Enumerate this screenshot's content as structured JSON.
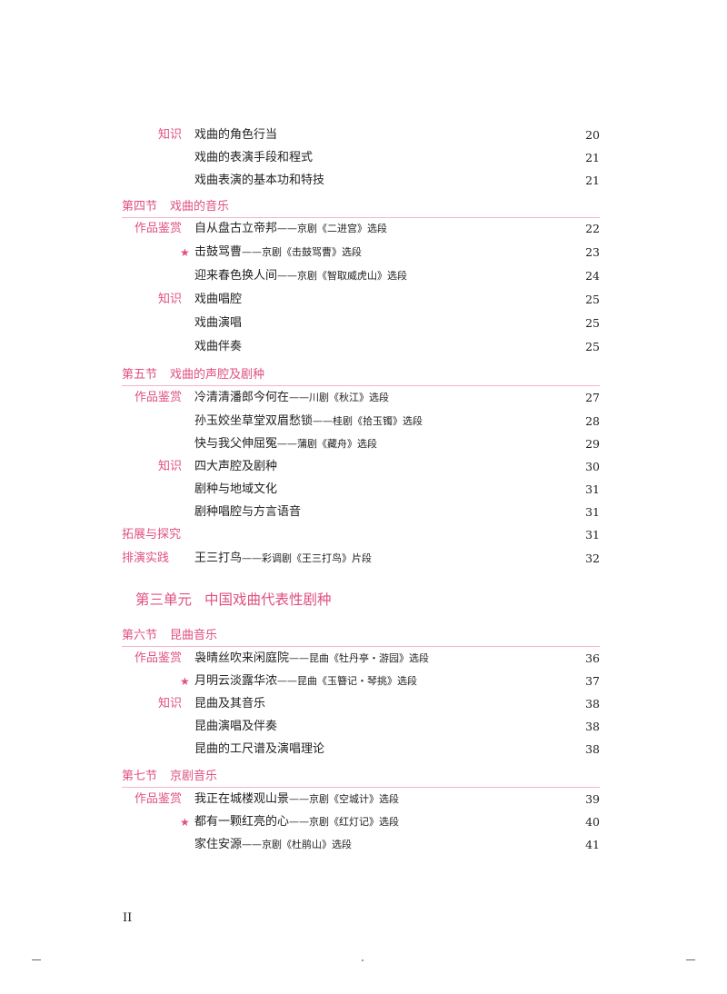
{
  "colors": {
    "accent": "#e0507e",
    "rule": "#f2b6c7",
    "text": "#222222"
  },
  "rows": [
    {
      "kind": "entry",
      "label": "知识",
      "title": "戏曲的角色行当",
      "rest": "",
      "page": "20"
    },
    {
      "kind": "entry",
      "label": "",
      "title": "戏曲的表演手段和程式",
      "rest": "",
      "page": "21"
    },
    {
      "kind": "entry",
      "label": "",
      "title": "戏曲表演的基本功和特技",
      "rest": "",
      "page": "21"
    },
    {
      "kind": "section",
      "num": "第四节",
      "title": "戏曲的音乐"
    },
    {
      "kind": "entry",
      "label": "作品鉴赏",
      "title": "自从盘古立帝邦",
      "rest": "——京剧《二进宫》选段",
      "page": "22"
    },
    {
      "kind": "entry",
      "star": "★",
      "title": "击鼓骂曹",
      "rest": "——京剧《击鼓骂曹》选段",
      "page": "23"
    },
    {
      "kind": "entry",
      "label": "",
      "title": "迎来春色换人间",
      "rest": "——京剧《智取威虎山》选段",
      "page": "24"
    },
    {
      "kind": "entry",
      "label": "知识",
      "title": "戏曲唱腔",
      "rest": "",
      "page": "25"
    },
    {
      "kind": "entry",
      "label": "",
      "title": "戏曲演唱",
      "rest": "",
      "page": "25"
    },
    {
      "kind": "entry",
      "label": "",
      "title": "戏曲伴奏",
      "rest": "",
      "page": "25"
    },
    {
      "kind": "section",
      "num": "第五节",
      "title": "戏曲的声腔及剧种"
    },
    {
      "kind": "entry",
      "label": "作品鉴赏",
      "title": "冷清清潘郎今何在",
      "rest": "——川剧《秋江》选段",
      "page": "27"
    },
    {
      "kind": "entry",
      "label": "",
      "title": "孙玉姣坐草堂双眉愁锁",
      "rest": "——桂剧《拾玉镯》选段",
      "page": "28"
    },
    {
      "kind": "entry",
      "label": "",
      "title": "快与我父伸屈冤",
      "rest": "——蒲剧《藏舟》选段",
      "page": "29"
    },
    {
      "kind": "entry",
      "label": "知识",
      "title": "四大声腔及剧种",
      "rest": "",
      "page": "30"
    },
    {
      "kind": "entry",
      "label": "",
      "title": "剧种与地域文化",
      "rest": "",
      "page": "31"
    },
    {
      "kind": "entry",
      "label": "",
      "title": "剧种唱腔与方言语音",
      "rest": "",
      "page": "31"
    },
    {
      "kind": "block",
      "label": "拓展与探究",
      "title": "",
      "rest": "",
      "page": "31"
    },
    {
      "kind": "block",
      "label": "排演实践",
      "title": "王三打鸟",
      "rest": "——彩调剧《王三打鸟》片段",
      "page": "32"
    },
    {
      "kind": "unit",
      "num": "第三单元",
      "title": "中国戏曲代表性剧种"
    },
    {
      "kind": "section",
      "num": "第六节",
      "title": "昆曲音乐"
    },
    {
      "kind": "entry",
      "label": "作品鉴赏",
      "title": "袅晴丝吹来闲庭院",
      "rest": "——昆曲《牡丹亭・游园》选段",
      "page": "36"
    },
    {
      "kind": "entry",
      "star": "★",
      "title": "月明云淡露华浓",
      "rest": "——昆曲《玉簪记・琴挑》选段",
      "page": "37"
    },
    {
      "kind": "entry",
      "label": "知识",
      "title": "昆曲及其音乐",
      "rest": "",
      "page": "38"
    },
    {
      "kind": "entry",
      "label": "",
      "title": "昆曲演唱及伴奏",
      "rest": "",
      "page": "38"
    },
    {
      "kind": "entry",
      "label": "",
      "title": "昆曲的工尺谱及演唱理论",
      "rest": "",
      "page": "38"
    },
    {
      "kind": "section",
      "num": "第七节",
      "title": "京剧音乐"
    },
    {
      "kind": "entry",
      "label": "作品鉴赏",
      "title": "我正在城楼观山景",
      "rest": "——京剧《空城计》选段",
      "page": "39"
    },
    {
      "kind": "entry",
      "star": "★",
      "title": "都有一颗红亮的心",
      "rest": "——京剧《红灯记》选段",
      "page": "40"
    },
    {
      "kind": "entry",
      "label": "",
      "title": "家住安源",
      "rest": "——京剧《杜鹃山》选段",
      "page": "41"
    }
  ],
  "folio": "II"
}
